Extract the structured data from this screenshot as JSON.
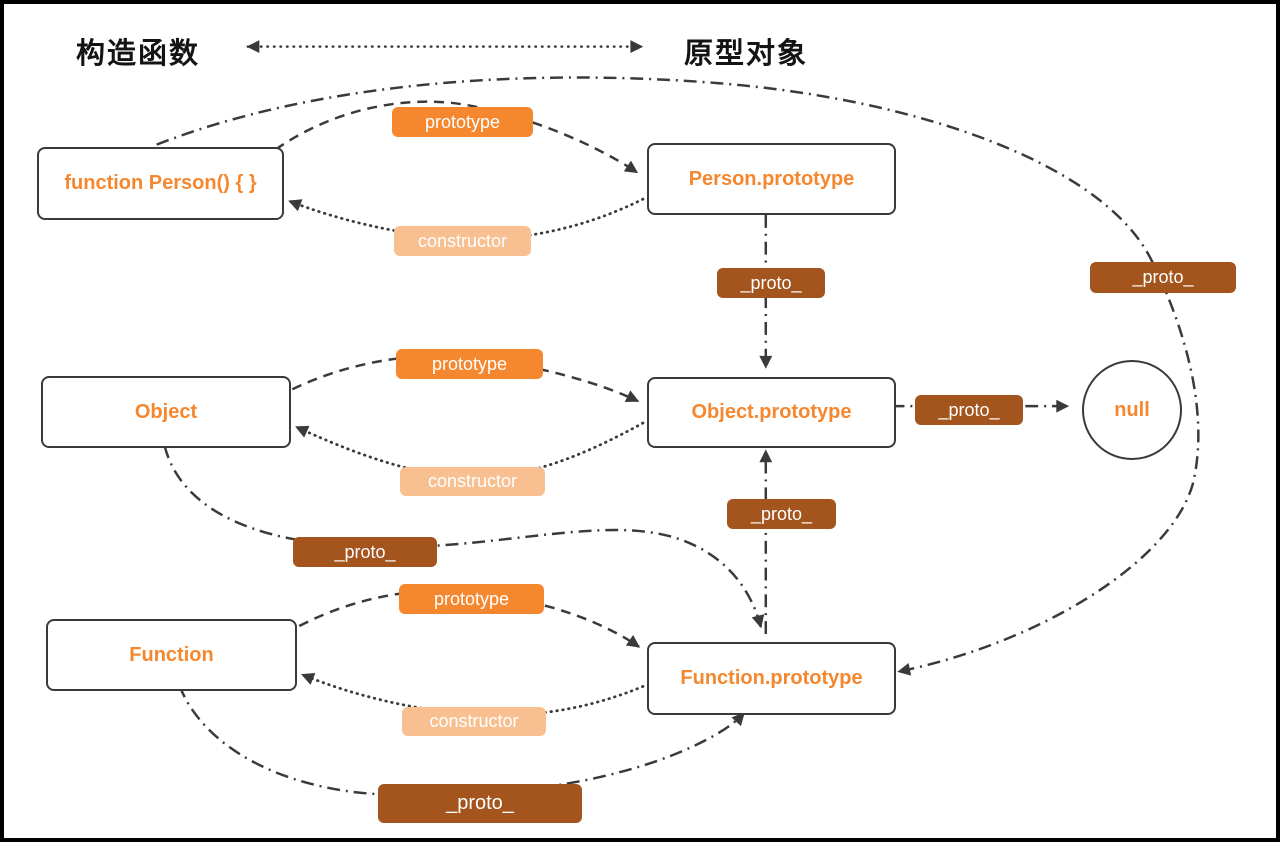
{
  "header": {
    "constructor_label": "构造函数",
    "prototype_label": "原型对象"
  },
  "nodes": {
    "person_fn": {
      "label": "function Person() { }"
    },
    "person_prototype": {
      "label": "Person.prototype"
    },
    "object": {
      "label": "Object"
    },
    "object_prototype": {
      "label": "Object.prototype"
    },
    "null": {
      "label": "null"
    },
    "function": {
      "label": "Function"
    },
    "function_prototype": {
      "label": "Function.prototype"
    }
  },
  "edge_labels": {
    "prototype": "prototype",
    "constructor": "constructor",
    "proto": "_proto_"
  },
  "colors": {
    "orange": "#F5872E",
    "light_orange": "#F8C091",
    "brown": "#A4541D",
    "line": "#3a3a3a"
  }
}
